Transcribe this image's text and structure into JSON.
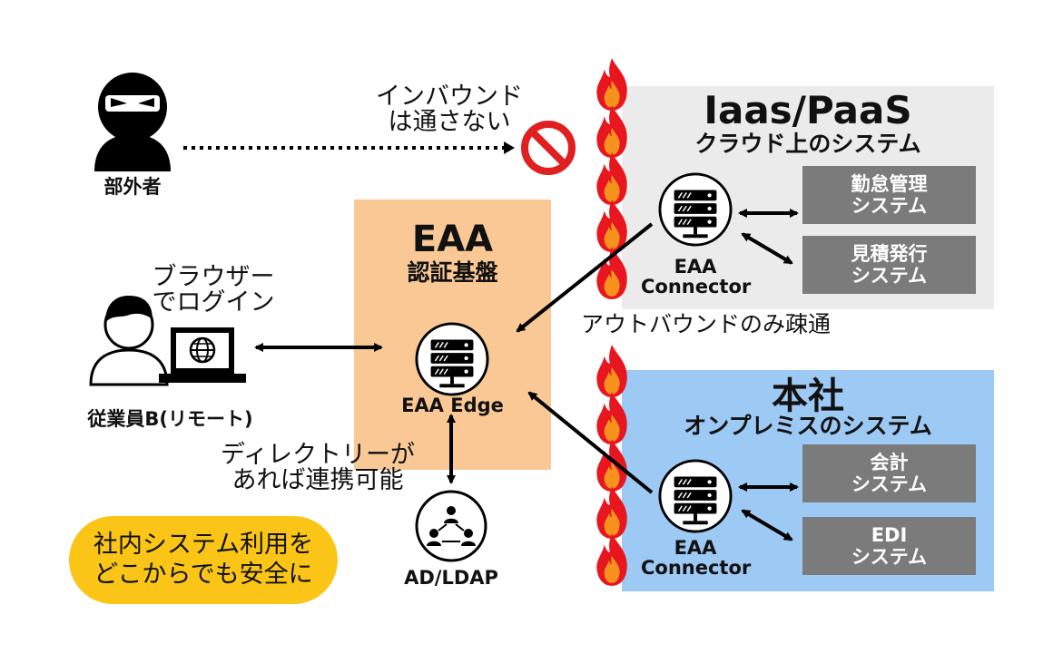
{
  "outsider": {
    "label": "部外者"
  },
  "blocked": {
    "line1": "インバウンド",
    "line2": "は通さない"
  },
  "cloud": {
    "title": "Iaas/PaaS",
    "subtitle": "クラウド上のシステム",
    "systems": [
      {
        "line1": "勤怠管理",
        "line2": "システム"
      },
      {
        "line1": "見積発行",
        "line2": "システム"
      }
    ],
    "connector": {
      "line1": "EAA",
      "line2": "Connector"
    }
  },
  "eaa": {
    "title": "EAA",
    "subtitle": "認証基盤",
    "edge_label": "EAA Edge"
  },
  "outbound_note": "アウトバウンドのみ疎通",
  "remote": {
    "browser_line1": "ブラウザー",
    "browser_line2": "でログイン",
    "user_label": "従業員B(リモート)"
  },
  "hq": {
    "title": "本社",
    "subtitle": "オンプレミスのシステム",
    "systems": [
      {
        "line1": "会計",
        "line2": "システム"
      },
      {
        "line1": "EDI",
        "line2": "システム"
      }
    ],
    "connector": {
      "line1": "EAA",
      "line2": "Connector"
    }
  },
  "directory": {
    "line1": "ディレクトリーが",
    "line2": "あれば連携可能",
    "label": "AD/LDAP"
  },
  "callout": {
    "line1": "社内システム利用を",
    "line2": "どこからでも安全に"
  },
  "colors": {
    "eaa_box": "#f9c895",
    "cloud_box": "#ebebeb",
    "hq_box": "#9dc9f5",
    "system_box": "#7b7b7b",
    "callout": "#fbc517",
    "prohibit": "#e02020",
    "flame_outer": "#e8161f",
    "flame_inner": "#f7921e"
  }
}
